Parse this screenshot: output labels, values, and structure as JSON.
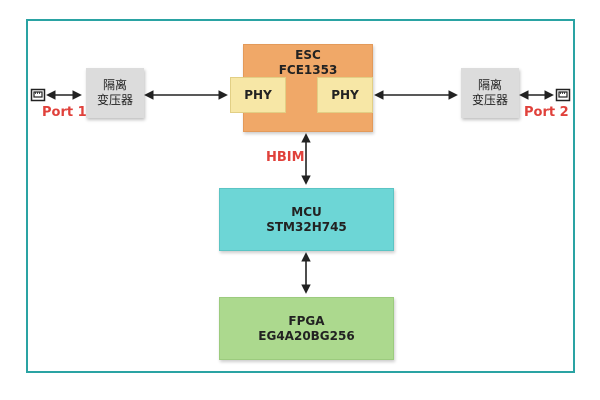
{
  "transformer_left": {
    "line1": "隔离",
    "line2": "变压器"
  },
  "transformer_right": {
    "line1": "隔离",
    "line2": "变压器"
  },
  "port1": "Port 1",
  "port2": "Port 2",
  "esc": {
    "line1": "ESC",
    "line2": "FCE1353"
  },
  "phy_left": "PHY",
  "phy_right": "PHY",
  "hbim": "HBIM",
  "mcu": {
    "line1": "MCU",
    "line2": "STM32H745"
  },
  "fpga": {
    "line1": "FPGA",
    "line2": "EG4A20BG256"
  },
  "colors": {
    "frame": "#2aa3a3",
    "esc": "#f0a868",
    "phy": "#f7e7a6",
    "mcu": "#6dd6d6",
    "fpga": "#acd98e",
    "label_red": "#e0413b"
  }
}
